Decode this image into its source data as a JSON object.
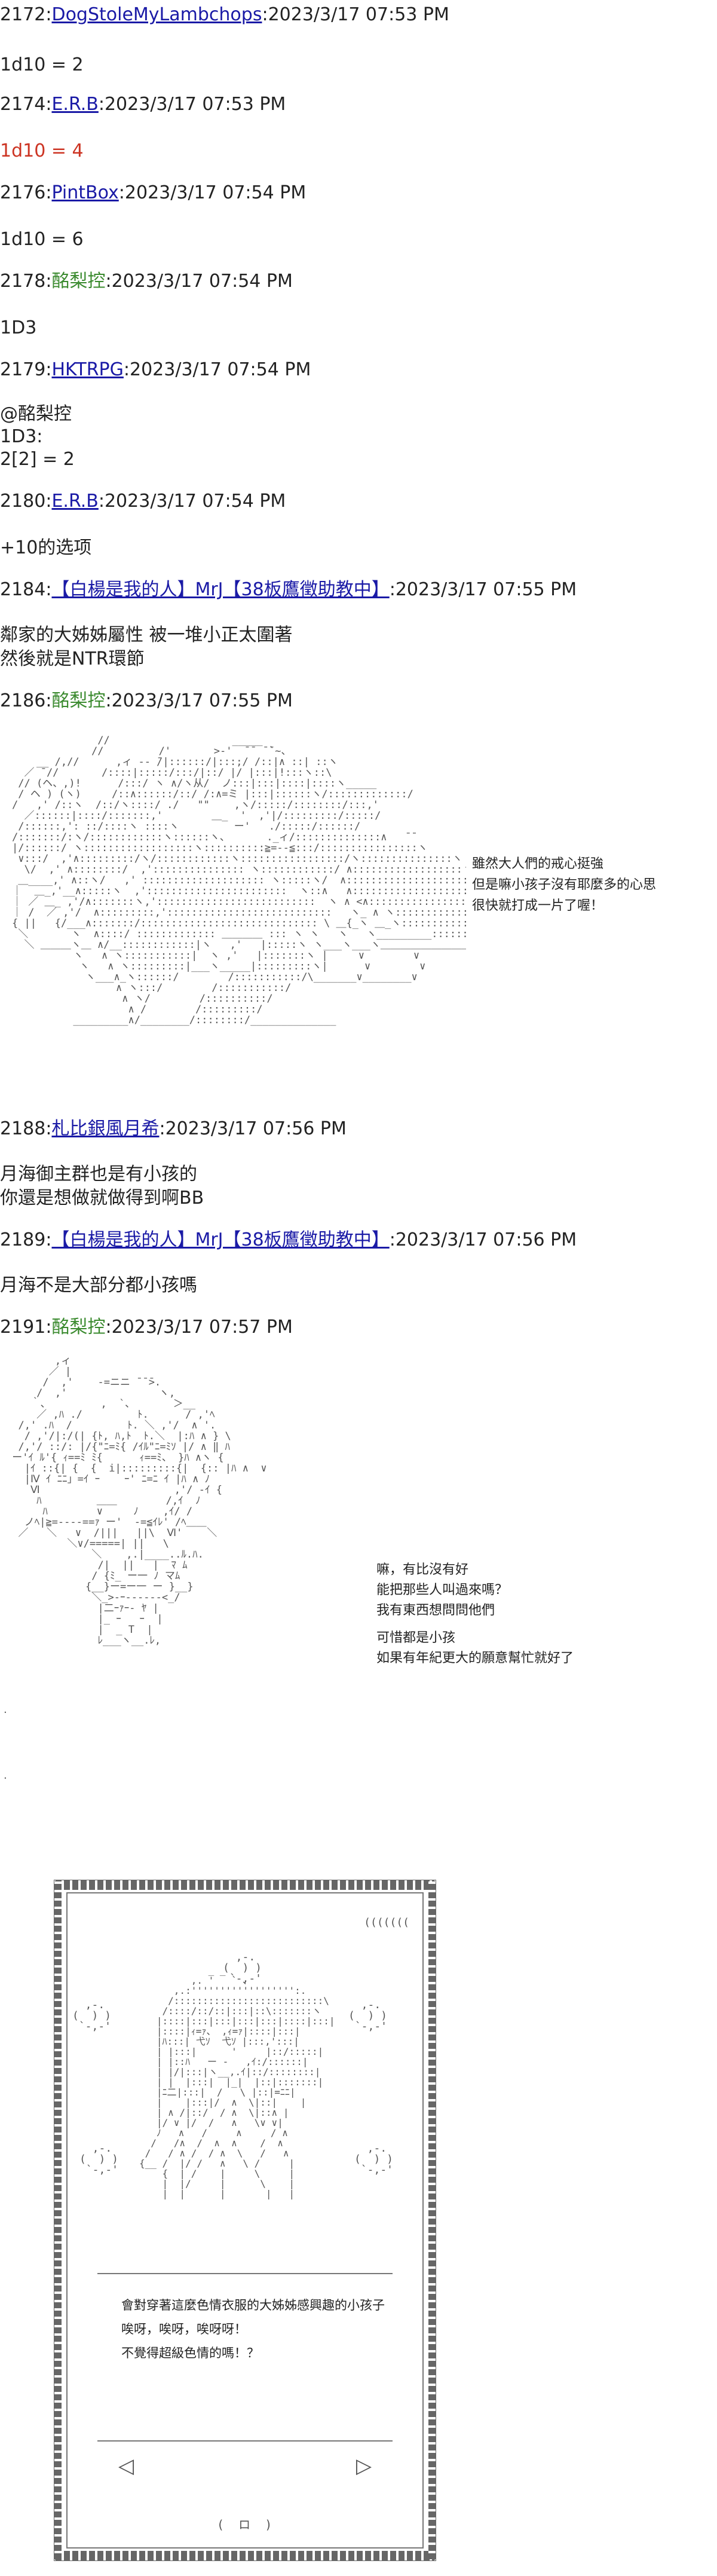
{
  "posts": [
    {
      "id": "p2172",
      "num": "2172:",
      "name": "DogStoleMyLambchops",
      "name_style": "link",
      "date": ":2023/3/17 07:53 PM",
      "body": [
        "1d10 = 2"
      ],
      "body_style": "normal"
    },
    {
      "id": "p2174",
      "num": "2174:",
      "name": "E.R.B",
      "name_style": "link",
      "date": ":2023/3/17 07:53 PM",
      "body": [
        "1d10 = 4"
      ],
      "body_style": "red"
    },
    {
      "id": "p2176",
      "num": "2176:",
      "name": "PintBox",
      "name_style": "link",
      "date": ":2023/3/17 07:54 PM",
      "body": [
        "1d10 = 6"
      ],
      "body_style": "normal"
    },
    {
      "id": "p2178",
      "num": "2178:",
      "name": "酩梨控",
      "name_style": "green",
      "date": ":2023/3/17 07:54 PM",
      "body": [
        "1D3"
      ],
      "body_style": "normal"
    },
    {
      "id": "p2179",
      "num": "2179:",
      "name": "HKTRPG",
      "name_style": "link",
      "date": ":2023/3/17 07:54 PM",
      "body": [
        "@酩梨控",
        "1D3:",
        "2[2] = 2"
      ],
      "body_style": "normal"
    },
    {
      "id": "p2180",
      "num": "2180:",
      "name": "E.R.B",
      "name_style": "link",
      "date": ":2023/3/17 07:54 PM",
      "body": [
        "+10的选项"
      ],
      "body_style": "normal"
    },
    {
      "id": "p2184",
      "num": "2184:",
      "name": "【白楊是我的人】MrJ【38板鷹徵助教中】",
      "name_style": "link",
      "date": ":2023/3/17 07:55 PM",
      "body": [
        "鄰家的大姊姊屬性 被一堆小正太圍著",
        "然後就是NTR環節"
      ],
      "body_style": "normal"
    },
    {
      "id": "p2186",
      "num": "2186:",
      "name": "酩梨控",
      "name_style": "green",
      "date": ":2023/3/17 07:55 PM",
      "body": [],
      "body_style": "normal"
    },
    {
      "id": "p2188",
      "num": "2188:",
      "name": "札比銀風月希",
      "name_style": "link",
      "date": ":2023/3/17 07:56 PM",
      "body": [
        "月海御主群也是有小孩的",
        "你還是想做就做得到啊BB"
      ],
      "body_style": "normal"
    },
    {
      "id": "p2189",
      "num": "2189:",
      "name": "【白楊是我的人】MrJ【38板鷹徵助教中】",
      "name_style": "link",
      "date": ":2023/3/17 07:56 PM",
      "body": [
        "月海不是大部分都小孩嗎"
      ],
      "body_style": "normal"
    },
    {
      "id": "p2191",
      "num": "2191:",
      "name": "酩梨控",
      "name_style": "green",
      "date": ":2023/3/17 07:57 PM",
      "body": [],
      "body_style": "normal"
    }
  ],
  "art1_dialogue": [
    "雖然大人們的戒心挺強",
    "但是嘛小孩子沒有耶麼多的心思",
    "很快就打成一片了喔！"
  ],
  "art2_dialogue": [
    "嘛，有比沒有好",
    "能把那些人叫過來嗎？",
    "我有東西想問問他們",
    "可惜都是小孩",
    "如果有年紀更大的願意幫忙就好了"
  ],
  "frame": {
    "counter": "(((((((",
    "lines": [
      "會對穿著這麼色情衣服的大姊姊感興趣的小孩子",
      "唉呀，唉呀，唉呀呀！",
      "不覺得超級色情的嗎！？"
    ],
    "prev_btn": "◁",
    "next_btn": "▷",
    "home_btn": "(  ロ  )"
  },
  "colors": {
    "link": "#1a1aa6",
    "green_name": "#3a8a2e",
    "red_roll": "#cc3322"
  }
}
